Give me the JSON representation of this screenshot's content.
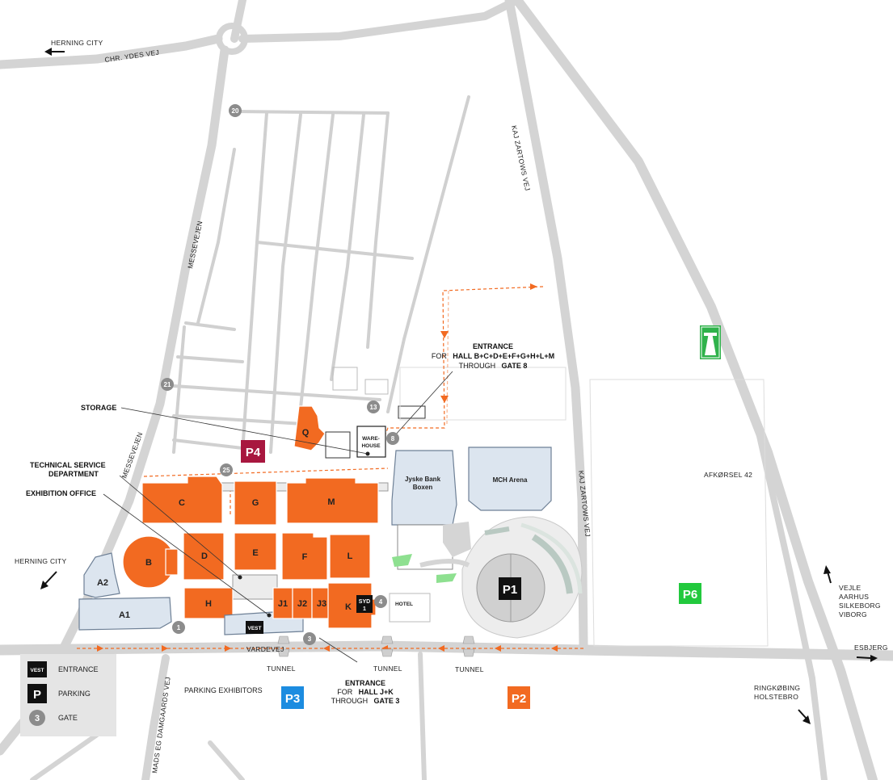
{
  "roads": {
    "herning_city_top": "HERNING CITY",
    "chr_ydes_vej": "CHR. YDES VEJ",
    "messevejen_upper": "MESSEVEJEN",
    "messevejen_lower": "MESSEVEJEN",
    "kaj_zartows_vej_upper": "KAJ ZARTOWS VEJ",
    "kaj_zartows_vej_lower": "KAJ ZARTOWS VEJ",
    "vardevej": "VARDEVEJ",
    "mads_eg_damgaards_vej": "MADS EG DAMGAARDS VEJ",
    "herning_city_left": "HERNING CITY",
    "afkorsel": "AFKØRSEL 42",
    "vejle": "VEJLE",
    "aarhus": "AARHUS",
    "silkeborg": "SILKEBORG",
    "viborg": "VIBORG",
    "esbjerg": "ESBJERG",
    "ringkobing": "RINGKØBING",
    "holstebro": "HOLSTEBRO"
  },
  "halls": {
    "C": "C",
    "G": "G",
    "M": "M",
    "D": "D",
    "E": "E",
    "F": "F",
    "L": "L",
    "B": "B",
    "H": "H",
    "J1": "J1",
    "J2": "J2",
    "J3": "J3",
    "K": "K",
    "Q": "Q",
    "A1": "A1",
    "A2": "A2"
  },
  "venues": {
    "jyske_line1": "Jyske Bank",
    "jyske_line2": "Boxen",
    "mch_arena": "MCH Arena",
    "warehouse_line1": "WARE-",
    "warehouse_line2": "HOUSE",
    "hotel": "HOTEL",
    "vest": "VEST",
    "syd_line1": "SYD",
    "syd_line2": "1"
  },
  "parking": {
    "p1": "P1",
    "p2": "P2",
    "p3": "P3",
    "p4": "P4",
    "p6": "P6",
    "parking_exhibitors": "PARKING EXHIBITORS"
  },
  "gates": {
    "g1": "1",
    "g3": "3",
    "g4": "4",
    "g8": "8",
    "g13": "13",
    "g20": "20",
    "g21": "21",
    "g25": "25"
  },
  "tunnels": {
    "t1": "TUNNEL",
    "t2": "TUNNEL",
    "t3": "TUNNEL"
  },
  "callouts": {
    "storage": "STORAGE",
    "technical_line1": "TECHNICAL SERVICE",
    "technical_line2": "DEPARTMENT",
    "exhibition_office": "EXHIBITION OFFICE",
    "entrance_north_title": "ENTRANCE",
    "entrance_north_for": "FOR",
    "entrance_north_halls": "HALL B+C+D+E+F+G+H+L+M",
    "entrance_north_through": "THROUGH",
    "entrance_north_gate": "GATE 8",
    "entrance_south_title": "ENTRANCE",
    "entrance_south_for": "FOR",
    "entrance_south_halls": "HALL J+K",
    "entrance_south_through": "THROUGH",
    "entrance_south_gate": "GATE 3"
  },
  "legend": {
    "entrance_box": "VEST",
    "entrance": "ENTRANCE",
    "parking_box": "P",
    "parking": "PARKING",
    "gate_circle": "3",
    "gate": "GATE"
  },
  "colors": {
    "hall_orange": "#f26a21",
    "venue_blue": "#dce5ef",
    "p2_orange": "#f26a21",
    "p3_blue": "#1c8ce0",
    "p4_maroon": "#a8173f",
    "p6_green": "#22c93d",
    "motorway_green": "#2fb24b",
    "gate_grey": "#8c8c8c"
  },
  "icons": [
    "arrow-icon",
    "motorway-icon",
    "gate-icon",
    "tunnel-icon"
  ]
}
